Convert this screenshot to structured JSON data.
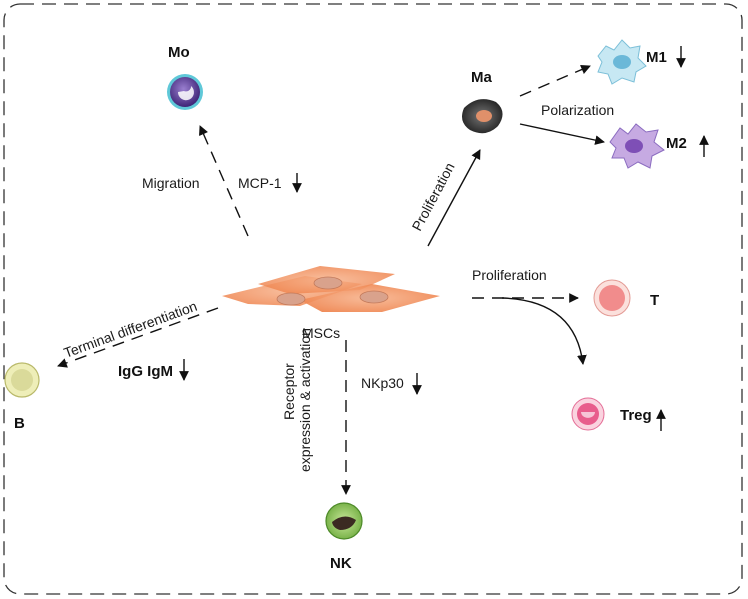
{
  "center": {
    "label": "MSCs"
  },
  "cells": {
    "mo": "Mo",
    "ma": "Ma",
    "m1": "M1",
    "m2": "M2",
    "t": "T",
    "treg": "Treg",
    "b": "B",
    "nk": "NK"
  },
  "labels": {
    "migration": "Migration",
    "mcp1": "MCP-1",
    "proliferation_ma": "Proliferation",
    "polarization": "Polarization",
    "proliferation_t": "Proliferation",
    "terminal_differentiation": "Terminal differentiation",
    "igg_igm": "IgG IgM",
    "receptor_line1": "Receptor",
    "receptor_line2": "expression & activation",
    "nkp30": "NKp30"
  },
  "trends": {
    "m1": "down",
    "m2": "up",
    "mcp1": "down",
    "treg": "up",
    "igg_igm": "down",
    "nkp30": "down"
  },
  "colors": {
    "msc": "#f39a6a",
    "mo": "#5b3a96",
    "m1": "#bfe3f0",
    "m2": "#b79ad6",
    "t": "#f4a6a6",
    "treg": "#e884aa",
    "b": "#e6e6a8",
    "nk": "#7ab648"
  }
}
